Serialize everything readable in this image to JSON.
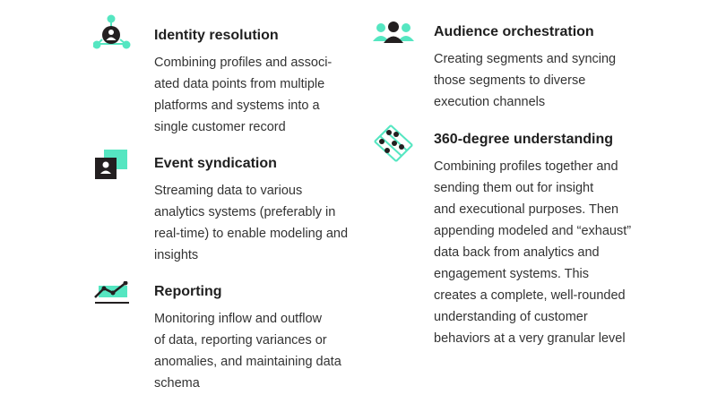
{
  "colors": {
    "accent": "#55e6c1",
    "dark": "#231f20",
    "text": "#333333"
  },
  "left_column": [
    {
      "title": "Identity resolution",
      "icon": "identity-network-icon",
      "lines": [
        "Combining profiles and associ-",
        "ated data points from multiple",
        "platforms and systems into a",
        "single customer record"
      ]
    },
    {
      "title": "Event syndication",
      "icon": "profile-cards-icon",
      "lines": [
        "Streaming data to various",
        "analytics systems (preferably in",
        "real-time) to enable modeling and",
        "insights"
      ]
    },
    {
      "title": "Reporting",
      "icon": "line-chart-icon",
      "lines": [
        "Monitoring inflow and outflow",
        "of data, reporting variances or",
        "anomalies, and maintaining data",
        "schema"
      ]
    }
  ],
  "right_column": [
    {
      "title": "Audience orchestration",
      "icon": "audience-group-icon",
      "lines": [
        "Creating segments and syncing",
        "those segments to diverse",
        "execution channels"
      ]
    },
    {
      "title": "360-degree understanding",
      "icon": "nodes-diamond-icon",
      "lines": [
        "Combining profiles together and",
        "sending them out for insight",
        "and executional purposes. Then",
        "appending modeled and “exhaust”",
        "data back from analytics and",
        "engagement systems. This",
        "creates a complete, well-rounded",
        "understanding of customer",
        "behaviors at a very granular level"
      ]
    }
  ]
}
